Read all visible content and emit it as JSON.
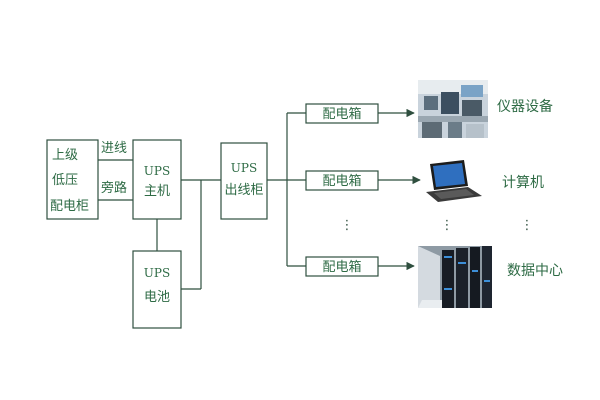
{
  "lowvoltage": {
    "line1": "上级",
    "line2": "低压",
    "line3": "配电柜"
  },
  "feed": {
    "incoming": "进线",
    "bypass": "旁路"
  },
  "ups_host": {
    "line1": "UPS",
    "line2": "主机"
  },
  "ups_battery": {
    "line1": "UPS",
    "line2": "电池"
  },
  "ups_output": {
    "line1": "UPS",
    "line2": "出线柜"
  },
  "distribution_boxes": [
    "配电箱",
    "配电箱",
    "配电箱"
  ],
  "devices": {
    "instruments": {
      "label": "仪器设备",
      "icon": "lab-equipment-photo"
    },
    "computer": {
      "label": "计算机",
      "icon": "laptop-icon"
    },
    "datacenter": {
      "label": "数据中心",
      "icon": "server-racks-photo"
    }
  },
  "ellipsis": "⋮",
  "colors": {
    "line": "#2f4f3f",
    "text": "#2e6b45"
  }
}
